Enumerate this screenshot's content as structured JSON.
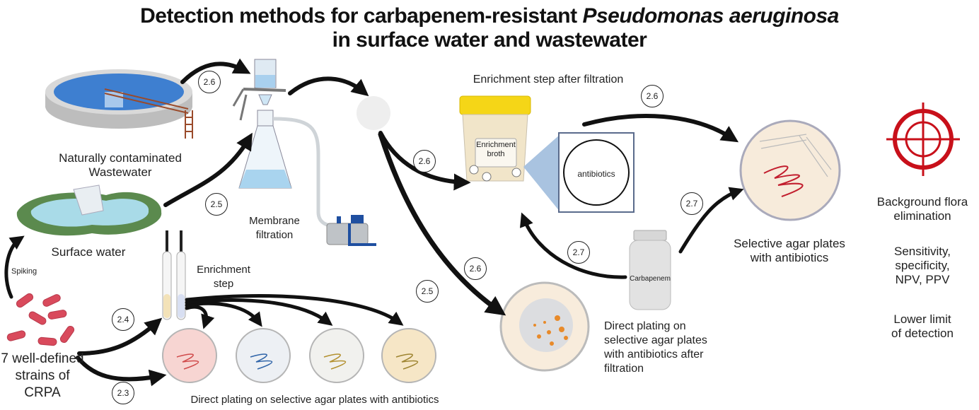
{
  "title": {
    "line1_prefix": "Detection methods for carbapenem-resistant ",
    "line1_italic": "Pseudomonas aeruginosa",
    "line2": "in surface water and wastewater"
  },
  "labels": {
    "wastewater_1": "Naturally contaminated",
    "wastewater_2": "Wastewater",
    "surface_water": "Surface water",
    "spiking": "Spiking",
    "strains_1": "7 well-defined",
    "strains_2": "strains of CRPA",
    "membrane_1": "Membrane",
    "membrane_2": "filtration",
    "enrichment_step_1": "Enrichment",
    "enrichment_step_2": "step",
    "enrichment_after": "Enrichment step after filtration",
    "enrichment_broth_1": "Enrichment",
    "enrichment_broth_2": "broth",
    "antibiotics": "antibiotics",
    "carbapenem": "Carbapenem",
    "direct_plating_bottom": "Direct plating on selective agar plates with antibiotics",
    "direct_after_1": "Direct plating on",
    "direct_after_2": "selective agar plates",
    "direct_after_3": "with antibiotics after",
    "direct_after_4": "filtration",
    "selective_1": "Selective agar plates",
    "selective_2": "with antibiotics",
    "outcome_1a": "Background flora",
    "outcome_1b": "elimination",
    "outcome_2a": "Sensitivity,",
    "outcome_2b": "specificity,",
    "outcome_2c": "NPV, PPV",
    "outcome_3a": "Lower limit",
    "outcome_3b": "of detection"
  },
  "badges": {
    "b_ww": "2.6",
    "b_sw": "2.5",
    "b_enrich": "2.6",
    "b_top": "2.6",
    "b_27a": "2.7",
    "b_27b": "2.7",
    "b_direct26": "2.6",
    "b_direct25": "2.5",
    "b_24": "2.4",
    "b_23": "2.3"
  },
  "colors": {
    "arrow": "#111111",
    "water": "#4a8fd8",
    "target": "#c8101a",
    "bacteria": "#d94a5c"
  }
}
